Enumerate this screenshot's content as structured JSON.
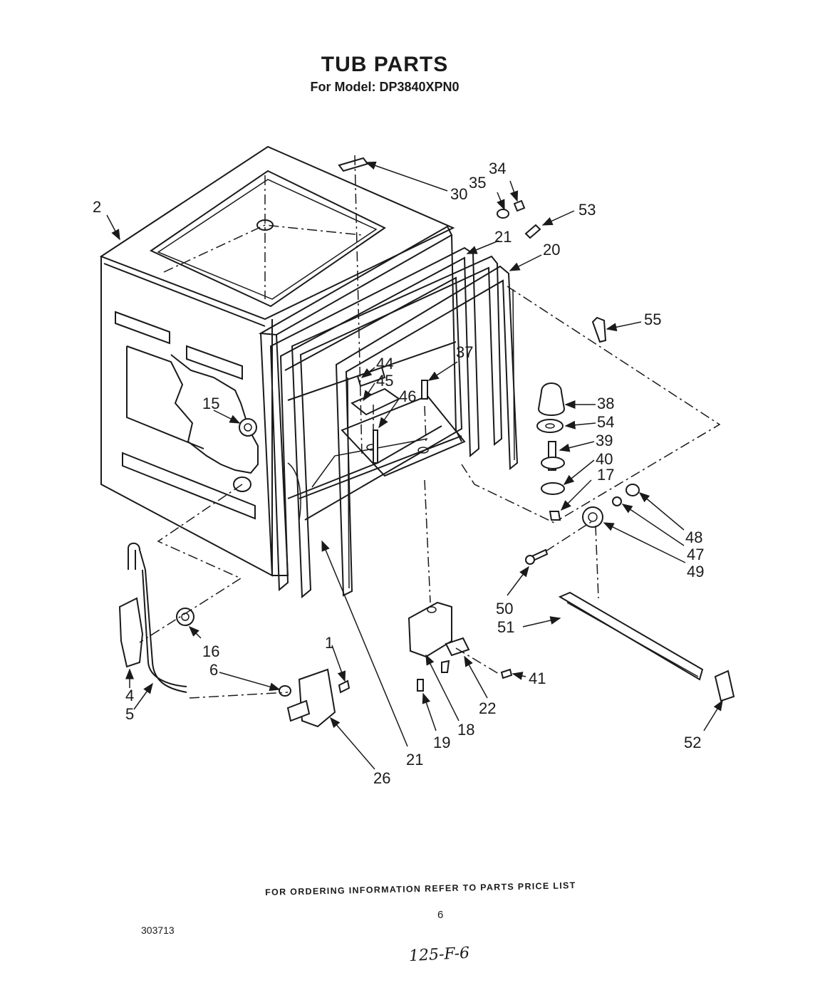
{
  "header": {
    "title": "TUB PARTS",
    "subtitle": "For Model: DP3840XPN0"
  },
  "callouts": {
    "c1": "1",
    "c2": "2",
    "c4": "4",
    "c5": "5",
    "c6": "6",
    "c15": "15",
    "c16": "16",
    "c17": "17",
    "c18": "18",
    "c19": "19",
    "c20": "20",
    "c21a": "21",
    "c21b": "21",
    "c22": "22",
    "c26": "26",
    "c30": "30",
    "c34": "34",
    "c35": "35",
    "c37": "37",
    "c38": "38",
    "c39": "39",
    "c40": "40",
    "c41": "41",
    "c44": "44",
    "c45": "45",
    "c46": "46",
    "c47": "47",
    "c48": "48",
    "c49": "49",
    "c50": "50",
    "c51": "51",
    "c52": "52",
    "c53": "53",
    "c54": "54",
    "c55": "55"
  },
  "footer": {
    "ordering_note": "FOR ORDERING INFORMATION REFER TO PARTS PRICE LIST",
    "page_number": "6",
    "document_number": "303713",
    "handwritten_note": "125-F-6"
  }
}
